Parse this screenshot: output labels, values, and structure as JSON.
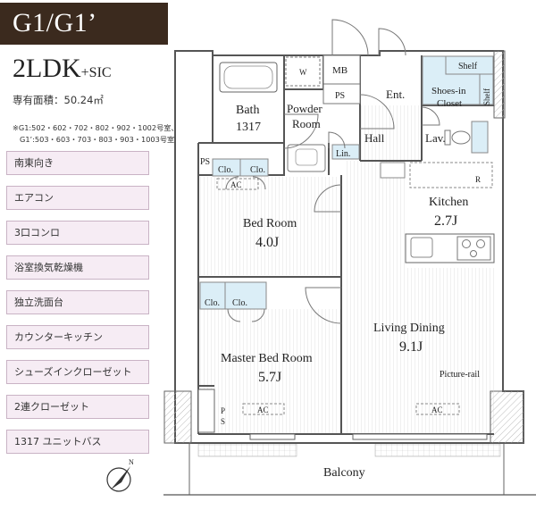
{
  "header": {
    "plan_name": "G1/G1’",
    "layout_main": "2LDK",
    "layout_suffix": "+SIC",
    "area_text": "専有面積：50.24㎡",
    "note_line1": "※G1:502・602・702・802・902・1002号室、",
    "note_line2": "G1’:503・603・703・803・903・1003号室"
  },
  "features": [
    "南東向き",
    "エアコン",
    "3口コンロ",
    "浴室換気乾燥機",
    "独立洗面台",
    "カウンターキッチン",
    "シューズインクローゼット",
    "2連クローゼット",
    "1317 ユニットバス"
  ],
  "rooms": {
    "mb": "MB",
    "ps_top": "PS",
    "ent": "Ent.",
    "shelf_top": "Shelf",
    "shelf_side": "Shelf",
    "shoes1": "Shoes-in",
    "shoes2": "Closet",
    "bath1": "Bath",
    "bath2": "1317",
    "w": "W",
    "powder1": "Powder",
    "powder2": "Room",
    "hall": "Hall",
    "lav": "Lav.",
    "lin": "Lin.",
    "ps_left": "PS",
    "clo1": "Clo.",
    "clo2": "Clo.",
    "ac1": "AC",
    "kitchen": "Kitchen",
    "kitchen_size": "2.7J",
    "r": "R",
    "bed": "Bed Room",
    "bed_size": "4.0J",
    "clo3": "Clo.",
    "clo4": "Clo.",
    "living": "Living Dining",
    "living_size": "9.1J",
    "master": "Master Bed Room",
    "master_size": "5.7J",
    "picture_rail": "Picture-rail",
    "ps_bottom1": "P",
    "ps_bottom2": "S",
    "ac2": "AC",
    "ac3": "AC",
    "balcony": "Balcony",
    "compass_n": "N"
  }
}
